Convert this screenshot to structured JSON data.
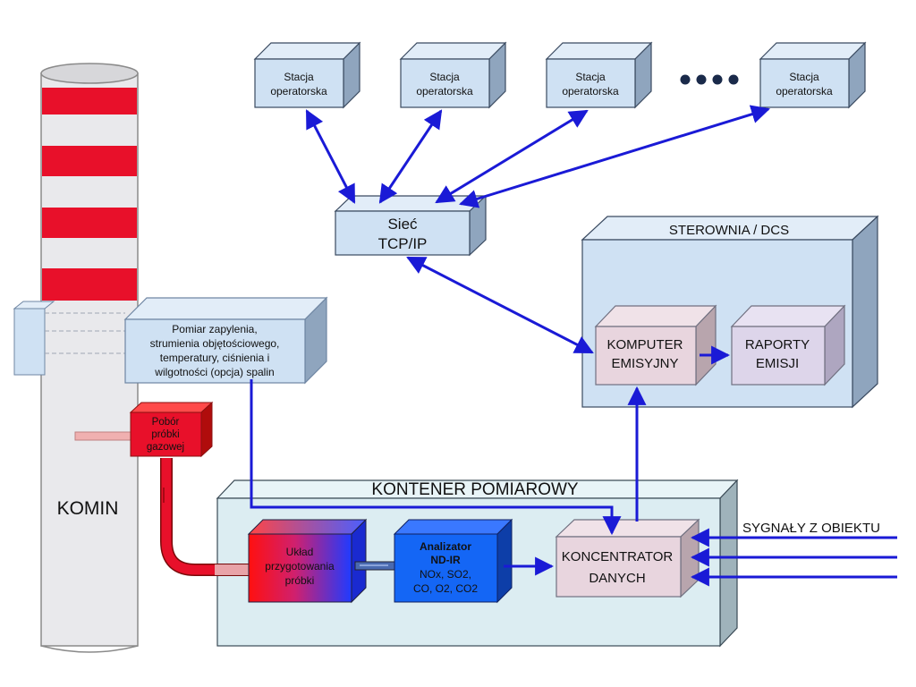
{
  "stations": [
    {
      "line1": "Stacja",
      "line2": "operatorska"
    },
    {
      "line1": "Stacja",
      "line2": "operatorska"
    },
    {
      "line1": "Stacja",
      "line2": "operatorska"
    },
    {
      "line1": "Stacja",
      "line2": "operatorska"
    }
  ],
  "network": {
    "line1": "Sieć",
    "line2": "TCP/IP"
  },
  "control_room": {
    "title": "STEROWNIA / DCS"
  },
  "emission_computer": {
    "line1": "KOMPUTER",
    "line2": "EMISYJNY"
  },
  "emission_reports": {
    "line1": "RAPORTY",
    "line2": "EMISJI"
  },
  "chimney": {
    "label": "KOMIN"
  },
  "dust_measurement": {
    "line1": "Pomiar zapylenia,",
    "line2": "strumienia objętościowego,",
    "line3": "temperatury, ciśnienia i",
    "line4": "wilgotności (opcja) spalin"
  },
  "gas_sampling": {
    "line1": "Pobór",
    "line2": "próbki",
    "line3": "gazowej"
  },
  "container": {
    "title": "KONTENER POMIAROWY"
  },
  "sample_prep": {
    "line1": "Układ",
    "line2": "przygotowania",
    "line3": "próbki"
  },
  "analyzer": {
    "line1": "Analizator",
    "line2": "ND-IR",
    "line3": "NOx, SO2,",
    "line4": "CO, O2, CO2"
  },
  "concentrator": {
    "line1": "KONCENTRATOR",
    "line2": "DANYCH"
  },
  "signals": {
    "label": "SYGNAŁY Z OBIEKTU"
  },
  "colors": {
    "box_face": "#cfe1f3",
    "box_dark": "#8fa5be",
    "arrow": "#1a1ad6",
    "chimney_red": "#e8102a",
    "container_face": "#dcedf2",
    "pink_box": "#e8d5de",
    "lavender_box": "#ddd5ea"
  }
}
